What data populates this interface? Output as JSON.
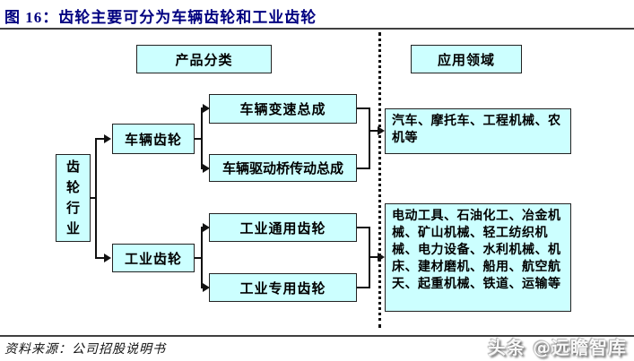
{
  "figure": {
    "title": "图 16：齿轮主要可分为车辆齿轮和工业齿轮",
    "source": "资料来源：公司招股说明书",
    "watermark": "头条 @远瞻智库"
  },
  "diagram": {
    "column_headers": {
      "product": "产品分类",
      "application": "应用领域"
    },
    "root": "齿轮行业",
    "branches": [
      {
        "category": "车辆齿轮",
        "products": [
          "车辆变速总成",
          "车辆驱动桥传动总成"
        ],
        "applications": "汽车、摩托车、工程机械、农机等"
      },
      {
        "category": "工业齿轮",
        "products": [
          "工业通用齿轮",
          "工业专用齿轮"
        ],
        "applications": "电动工具、石油化工、冶金机械、矿山机械、轻工纺织机械、电力设备、水利机械、机床、建材磨机、船用、航空航天、起重机械、铁道、运输等"
      }
    ],
    "colors": {
      "box_fill": "#ccffff",
      "box_border": "#222222",
      "title": "#000080",
      "line": "#111111"
    }
  }
}
